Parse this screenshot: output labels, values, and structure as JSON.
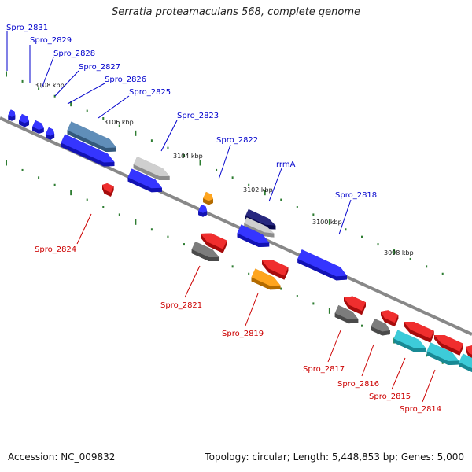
{
  "title": "Serratia proteamaculans 568, complete genome",
  "footer": {
    "accession": "Accession: NC_009832",
    "summary": "Topology: circular; Length: 5,448,853 bp; Genes: 5,000"
  },
  "colors": {
    "forward_label": "#0000cc",
    "reverse_label": "#cc0000",
    "backbone": "#888888",
    "tick": "#2e7d32",
    "blue": "#1a1aff",
    "steel_blue": "#4a7fb0",
    "grey": "#6a6a6a",
    "light_grey": "#c8c8c8",
    "navy": "#0b0b6e",
    "orange": "#ff9900",
    "red": "#ee1111",
    "cyan": "#22c4d4"
  },
  "scale_labels": [
    "3108 kbp",
    "3106 kbp",
    "3104 kbp",
    "3102 kbp",
    "3100 kbp",
    "3098 kbp"
  ],
  "forward_labels": [
    "Spro_2831",
    "Spro_2829",
    "Spro_2828",
    "Spro_2827",
    "Spro_2826",
    "Spro_2825",
    "Spro_2823",
    "Spro_2822",
    "rrmA",
    "Spro_2818"
  ],
  "reverse_labels": [
    "Spro_2824",
    "Spro_2821",
    "Spro_2819",
    "Spro_2817",
    "Spro_2816",
    "Spro_2815",
    "Spro_2814"
  ]
}
